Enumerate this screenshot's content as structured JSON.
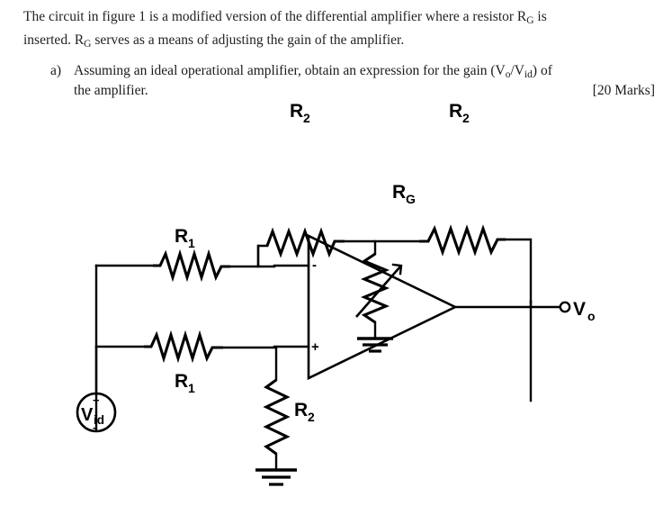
{
  "document": {
    "paragraph": {
      "line1_a": "The circuit in figure 1 is a modified version of the differential amplifier where a resistor R",
      "line1_sub": "G",
      "line1_b": " is",
      "line2_a": "inserted. R",
      "line2_sub": "G",
      "line2_b": " serves as a means of adjusting the gain of the amplifier."
    },
    "question": {
      "label": "a)",
      "text_a": "Assuming an ideal operational amplifier, obtain an expression for the gain (V",
      "text_sub1": "o",
      "text_mid": "/V",
      "text_sub2": "id",
      "text_b": ") of",
      "second_line": "the amplifier.",
      "marks": "[20 Marks]"
    }
  },
  "circuit": {
    "title": "differential amplifier with gain-setting resistor",
    "components": [
      {
        "id": "r2-top-left",
        "type": "resistor",
        "label": "R",
        "sub": "2",
        "orientation": "horizontal"
      },
      {
        "id": "r2-top-right",
        "type": "resistor",
        "label": "R",
        "sub": "2",
        "orientation": "horizontal"
      },
      {
        "id": "rg",
        "type": "variable-resistor",
        "label": "R",
        "sub": "G",
        "orientation": "vertical"
      },
      {
        "id": "r1-top",
        "type": "resistor",
        "label": "R",
        "sub": "1",
        "orientation": "horizontal"
      },
      {
        "id": "r1-bottom",
        "type": "resistor",
        "label": "R",
        "sub": "1",
        "orientation": "horizontal"
      },
      {
        "id": "r2-bottom",
        "type": "resistor",
        "label": "R",
        "sub": "2",
        "orientation": "vertical"
      },
      {
        "id": "opamp",
        "type": "operational-amplifier"
      },
      {
        "id": "source",
        "type": "voltage-source",
        "label": "V",
        "sub": "id"
      },
      {
        "id": "output",
        "type": "terminal",
        "label": "V",
        "sub": "o"
      }
    ],
    "labels": {
      "r2_top_left": {
        "main": "R",
        "sub": "2"
      },
      "r2_top_right": {
        "main": "R",
        "sub": "2"
      },
      "rg": {
        "main": "R",
        "sub": "G"
      },
      "r1_top": {
        "main": "R",
        "sub": "1"
      },
      "r1_bottom": {
        "main": "R",
        "sub": "1"
      },
      "r2_bottom": {
        "main": "R",
        "sub": "2"
      },
      "source": {
        "main": "V",
        "sub": "id"
      },
      "output": {
        "main": "V",
        "sub": "o"
      }
    },
    "opamp_pins": {
      "inverting": "-",
      "noninverting": "+"
    },
    "source_polarity": {
      "top": "+",
      "bottom": "-"
    },
    "colors": {
      "ink": "#000000",
      "paper": "#ffffff",
      "text": "#222222"
    }
  }
}
